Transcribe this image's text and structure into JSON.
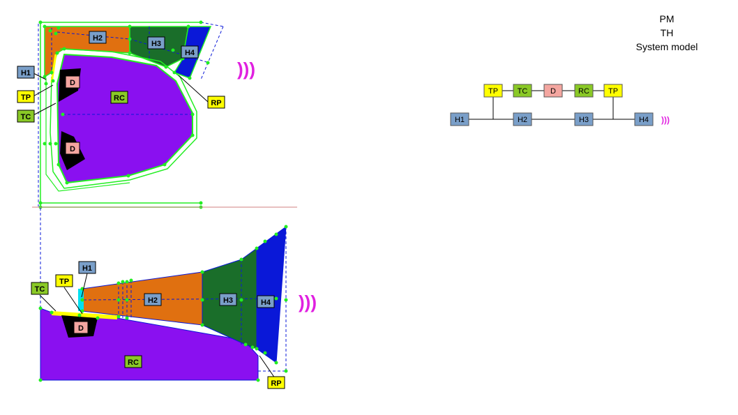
{
  "title": {
    "line1": "PM",
    "line2": "TH",
    "line3": "System model"
  },
  "labels": {
    "h1": "H1",
    "h2": "H2",
    "h3": "H3",
    "h4": "H4",
    "tp": "TP",
    "tc": "TC",
    "rc": "RC",
    "rp": "RP",
    "d": "D"
  },
  "system_model": {
    "top_row": [
      "TP",
      "TC",
      "D",
      "RC",
      "TP"
    ],
    "bottom_row": [
      "H1",
      "H2",
      "H3",
      "H4"
    ],
    "heat_symbol": ")))"
  },
  "heat_symbol": ")))",
  "colors": {
    "h_blue": "#7a9fc9",
    "tp_yellow": "#ffff00",
    "tc_green": "#8ac926",
    "d_pink": "#f4a6a0",
    "rc_green": "#8ac926",
    "orange": "#e07010",
    "dark_green": "#1a6e2a",
    "blue": "#0a18d8",
    "purple": "#8a10f0",
    "magenta": "#e020e0",
    "node_green": "#22ee22"
  }
}
